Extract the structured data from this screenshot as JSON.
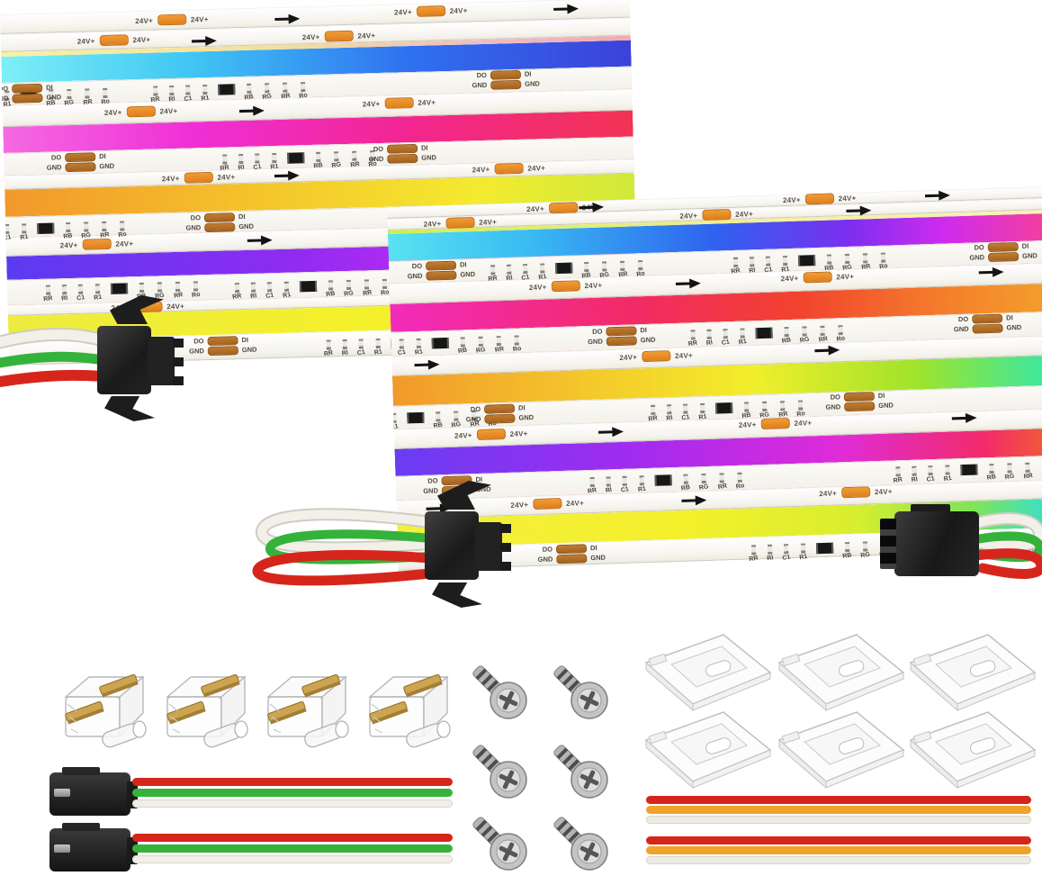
{
  "scene": {
    "background": "#ffffff",
    "roll_count": 2
  },
  "labels": {
    "power": "24V+",
    "do": "DO",
    "gnd": "GND",
    "di": "DI",
    "rr": "RR",
    "ri": "RI",
    "c1": "C1",
    "r1": "R1",
    "rb": "RB",
    "rg": "RG",
    "ro": "Ro"
  },
  "colors": {
    "copper_power_pad": "#e08a28",
    "copper_data_pad": "#b06a24",
    "trace_red_line": "#e8453a",
    "pcb_white": "#f6f4ee",
    "wire_red": "#d6261c",
    "wire_green": "#35b23a",
    "wire_white": "#f3f0ea",
    "wire_white_edge": "#cfccc3",
    "ribbon_orange": "#efa32b",
    "connector_black": "#1d1d1d",
    "gold_contact": "#cda450",
    "steel_screw": "#c9c9c9"
  },
  "gradients": {
    "l1": "background:linear-gradient(90deg,#7deff7 0%,#40c6f4 30%,#2f70f0 65%,#3c41da 100%)",
    "l2": "background:linear-gradient(90deg,#f56ae2 0%,#ef2fd6 30%,#f2268f 65%,#f23353 100%)",
    "l3": "background:linear-gradient(90deg,#f2982b 0%,#f4c42b 40%,#f4ea2f 75%,#cfe93a 100%)",
    "l4": "background:linear-gradient(90deg,#5a3bf0 0%,#8f2bf2 45%,#cb2bf0 78%,#ef2fd9 100%)",
    "l5": "background:linear-gradient(90deg,#eeeb40 0%,#f4f02b 55%,#f0ea2e 100%)",
    "lsliver": "background:linear-gradient(90deg,#f7f2a2 0%,#f4de9a 45%,#f0b9c2 80%,#f2a9ae 100%)",
    "r1": "background:linear-gradient(90deg,#59e2f2 0%,#38baf2 22%,#2f62ee 50%,#7a2ff0 70%,#cf2bee 85%,#f23f9f 100%)",
    "r2": "background:linear-gradient(90deg,#f22bbd 0%,#f22b63 38%,#f2422e 62%,#f4802b 85%,#f49d2b 100%)",
    "r3": "background:linear-gradient(90deg,#f2992b 0%,#f4d02b 35%,#f2ee2b 55%,#9fe32b 80%,#3be8a0 100%)",
    "r4": "background:linear-gradient(90deg,#6a3cf2 0%,#a42bf0 38%,#e02bd8 68%,#f22b6a 90%,#f25b35 100%)",
    "r5": "background:linear-gradient(90deg,#f2ef3f 0%,#f4f02b 45%,#d8ee2f 70%,#7fe455 88%,#35e0d0 100%)",
    "rsliver": "background:linear-gradient(90deg,#cfee4a 0%,#f5ef9a 60%,#f7f3b5 100%)"
  },
  "rolls": {
    "left": {
      "power_groups": [
        {
          "style": "left:150px;top:5px"
        },
        {
          "style": "left:438px;top:3px"
        },
        {
          "style": "left:85px;top:26px"
        },
        {
          "style": "left:335px;top:28px"
        },
        {
          "style": "left:113px;top:106px"
        },
        {
          "style": "left:400px;top:104px"
        },
        {
          "style": "left:175px;top:181px"
        },
        {
          "style": "left:520px;top:180px"
        },
        {
          "style": "left:60px;top:252px"
        },
        {
          "style": "left:115px;top:323px"
        }
      ],
      "arrows": [
        {
          "style": "left:305px;top:8px"
        },
        {
          "style": "left:615px;top:5px"
        },
        {
          "style": "left:212px;top:30px"
        },
        {
          "style": "left:263px;top:109px"
        },
        {
          "style": "left:300px;top:182px"
        },
        {
          "style": "left:268px;top:253px"
        }
      ],
      "clusters": [
        {
          "style": "left:165px;top:79px"
        },
        {
          "style": "left:-55px;top:80px"
        },
        {
          "style": "left:240px;top:157px"
        },
        {
          "style": "left:-40px;top:228px"
        },
        {
          "style": "left:250px;top:300px"
        },
        {
          "style": "left:40px;top:297px"
        },
        {
          "style": "left:350px;top:366px"
        }
      ],
      "pad_groups": [
        {
          "style": "left:517px;top:77px"
        },
        {
          "style": "left:-15px;top:78px"
        },
        {
          "style": "left:42px;top:156px"
        },
        {
          "style": "left:400px;top:156px"
        },
        {
          "style": "left:195px;top:227px"
        },
        {
          "style": "left:195px;top:364px"
        }
      ]
    },
    "right": {
      "power_groups": [
        {
          "style": "left:155px;top:1px"
        },
        {
          "style": "left:440px;top:0px"
        },
        {
          "style": "left:40px;top:14px"
        },
        {
          "style": "left:325px;top:14px"
        },
        {
          "style": "left:155px;top:88px"
        },
        {
          "style": "left:435px;top:87px"
        },
        {
          "style": "left:253px;top:169px"
        },
        {
          "style": "left:67px;top:250px"
        },
        {
          "style": "left:383px;top:248px"
        },
        {
          "style": "left:127px;top:329px"
        },
        {
          "style": "left:470px;top:327px"
        }
      ],
      "arrows": [
        {
          "style": "left:213px;top:2px"
        },
        {
          "style": "left:598px;top:1px"
        },
        {
          "style": "left:510px;top:15px"
        },
        {
          "style": "left:318px;top:90px"
        },
        {
          "style": "left:655px;top:88px"
        },
        {
          "style": "left:25px;top:171px"
        },
        {
          "style": "left:470px;top:169px"
        },
        {
          "style": "left:227px;top:252px"
        },
        {
          "style": "left:620px;top:249px"
        },
        {
          "style": "left:33px;top:331px"
        },
        {
          "style": "left:317px;top:331px"
        }
      ],
      "clusters": [
        {
          "style": "left:110px;top:63px"
        },
        {
          "style": "left:380px;top:63px"
        },
        {
          "style": "left:-30px;top:142px"
        },
        {
          "style": "left:330px;top:142px"
        },
        {
          "style": "left:-60px;top:224px"
        },
        {
          "style": "left:283px;top:224px"
        },
        {
          "style": "left:213px;top:302px"
        },
        {
          "style": "left:553px;top:301px"
        },
        {
          "style": "left:390px;top:383px"
        },
        {
          "style": "left:645px;top:382px"
        }
      ],
      "pad_groups": [
        {
          "style": "left:15px;top:62px"
        },
        {
          "style": "left:640px;top:61px"
        },
        {
          "style": "left:213px;top:141px"
        },
        {
          "style": "left:620px;top:140px"
        },
        {
          "style": "left:75px;top:223px"
        },
        {
          "style": "left:475px;top:222px"
        },
        {
          "style": "left:25px;top:301px"
        },
        {
          "style": "left:150px;top:381px"
        }
      ]
    }
  },
  "accessories": {
    "strip_connectors": {
      "count": 4,
      "items": [
        {
          "style": "left:55px;top:740px"
        },
        {
          "style": "left:168px;top:740px"
        },
        {
          "style": "left:280px;top:740px"
        },
        {
          "style": "left:393px;top:740px"
        }
      ]
    },
    "jst_cables": {
      "count": 2,
      "items": [
        {
          "style": "left:55px;top:852px"
        },
        {
          "style": "left:55px;top:914px"
        }
      ]
    },
    "screws": {
      "count": 6,
      "items": [
        {
          "style": "left:520px;top:736px"
        },
        {
          "style": "left:610px;top:736px"
        },
        {
          "style": "left:520px;top:824px"
        },
        {
          "style": "left:610px;top:824px"
        },
        {
          "style": "left:520px;top:904px"
        },
        {
          "style": "left:610px;top:904px"
        }
      ]
    },
    "mount_clips": {
      "count": 6,
      "items": [
        {
          "style": "left:712px;top:700px"
        },
        {
          "style": "left:860px;top:700px"
        },
        {
          "style": "left:1006px;top:700px"
        },
        {
          "style": "left:712px;top:786px"
        },
        {
          "style": "left:860px;top:786px"
        },
        {
          "style": "left:1006px;top:786px"
        }
      ]
    },
    "ribbon_wires": {
      "count": 2,
      "items": [
        {
          "style": "left:718px;top:884px"
        },
        {
          "style": "left:718px;top:929px"
        }
      ]
    }
  }
}
